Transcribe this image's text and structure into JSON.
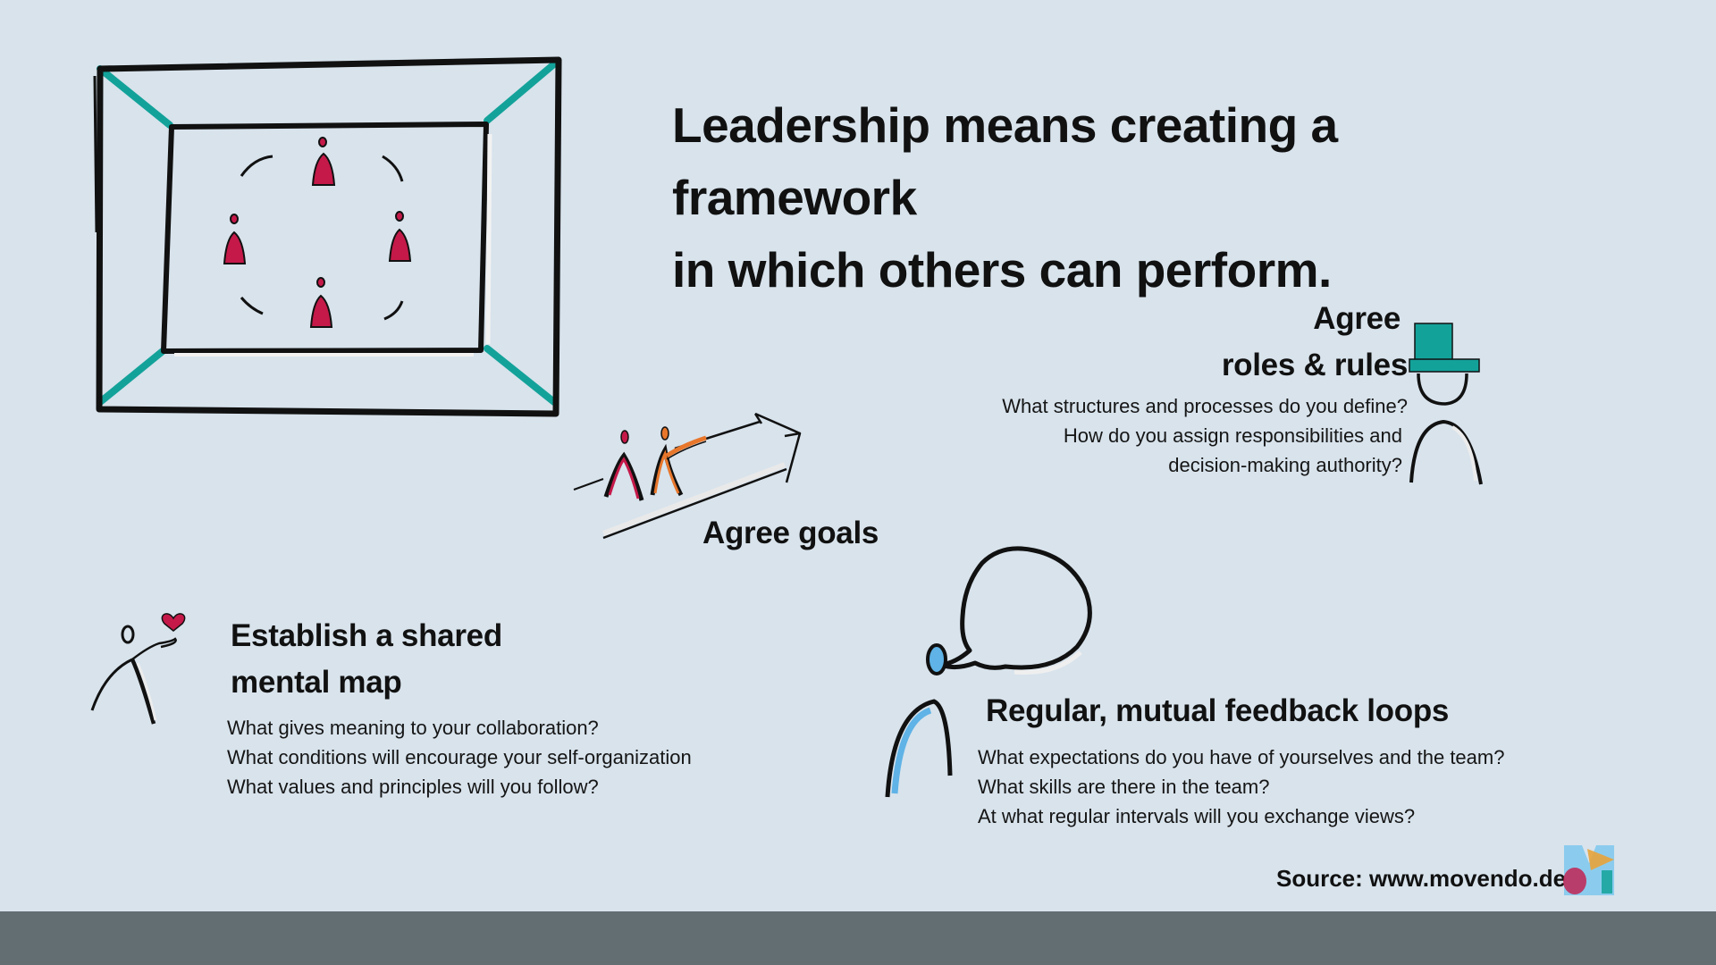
{
  "headline": {
    "line1": "Leadership means creating a framework",
    "line2": "in which others can perform."
  },
  "sections": {
    "roles": {
      "title_line1": "Agree",
      "title_line2": "roles & rules",
      "questions": [
        "What structures and processes do you define?",
        "How do you assign responsibilities and",
        "decision-making authority?"
      ]
    },
    "goals": {
      "title": "Agree goals"
    },
    "mental_map": {
      "title_line1": "Establish a shared",
      "title_line2": "mental map",
      "questions": [
        "What gives meaning to your collaboration?",
        "What conditions will encourage your self-organization",
        "What values and principles will you follow?"
      ]
    },
    "feedback": {
      "title": "Regular, mutual feedback loops",
      "questions": [
        "What expectations do you have of yourselves and the team?",
        "What skills are there in the team?",
        "At what regular intervals will you exchange views?"
      ]
    }
  },
  "source": "Source: www.movendo.de",
  "colors": {
    "background": "#d8e3ec",
    "teal": "#13a29a",
    "crimson": "#c41949",
    "orange": "#e8772c",
    "blue": "#5fb3e6",
    "footer": "#636e72"
  },
  "icons": {
    "frame": "framework-frame-icon",
    "team": "team-circle-icon",
    "hat": "top-hat-person-icon",
    "goals": "climbing-arrow-icon",
    "heart": "person-heart-icon",
    "speech": "speech-bubble-person-icon",
    "logo": "movendo-logo-icon"
  }
}
